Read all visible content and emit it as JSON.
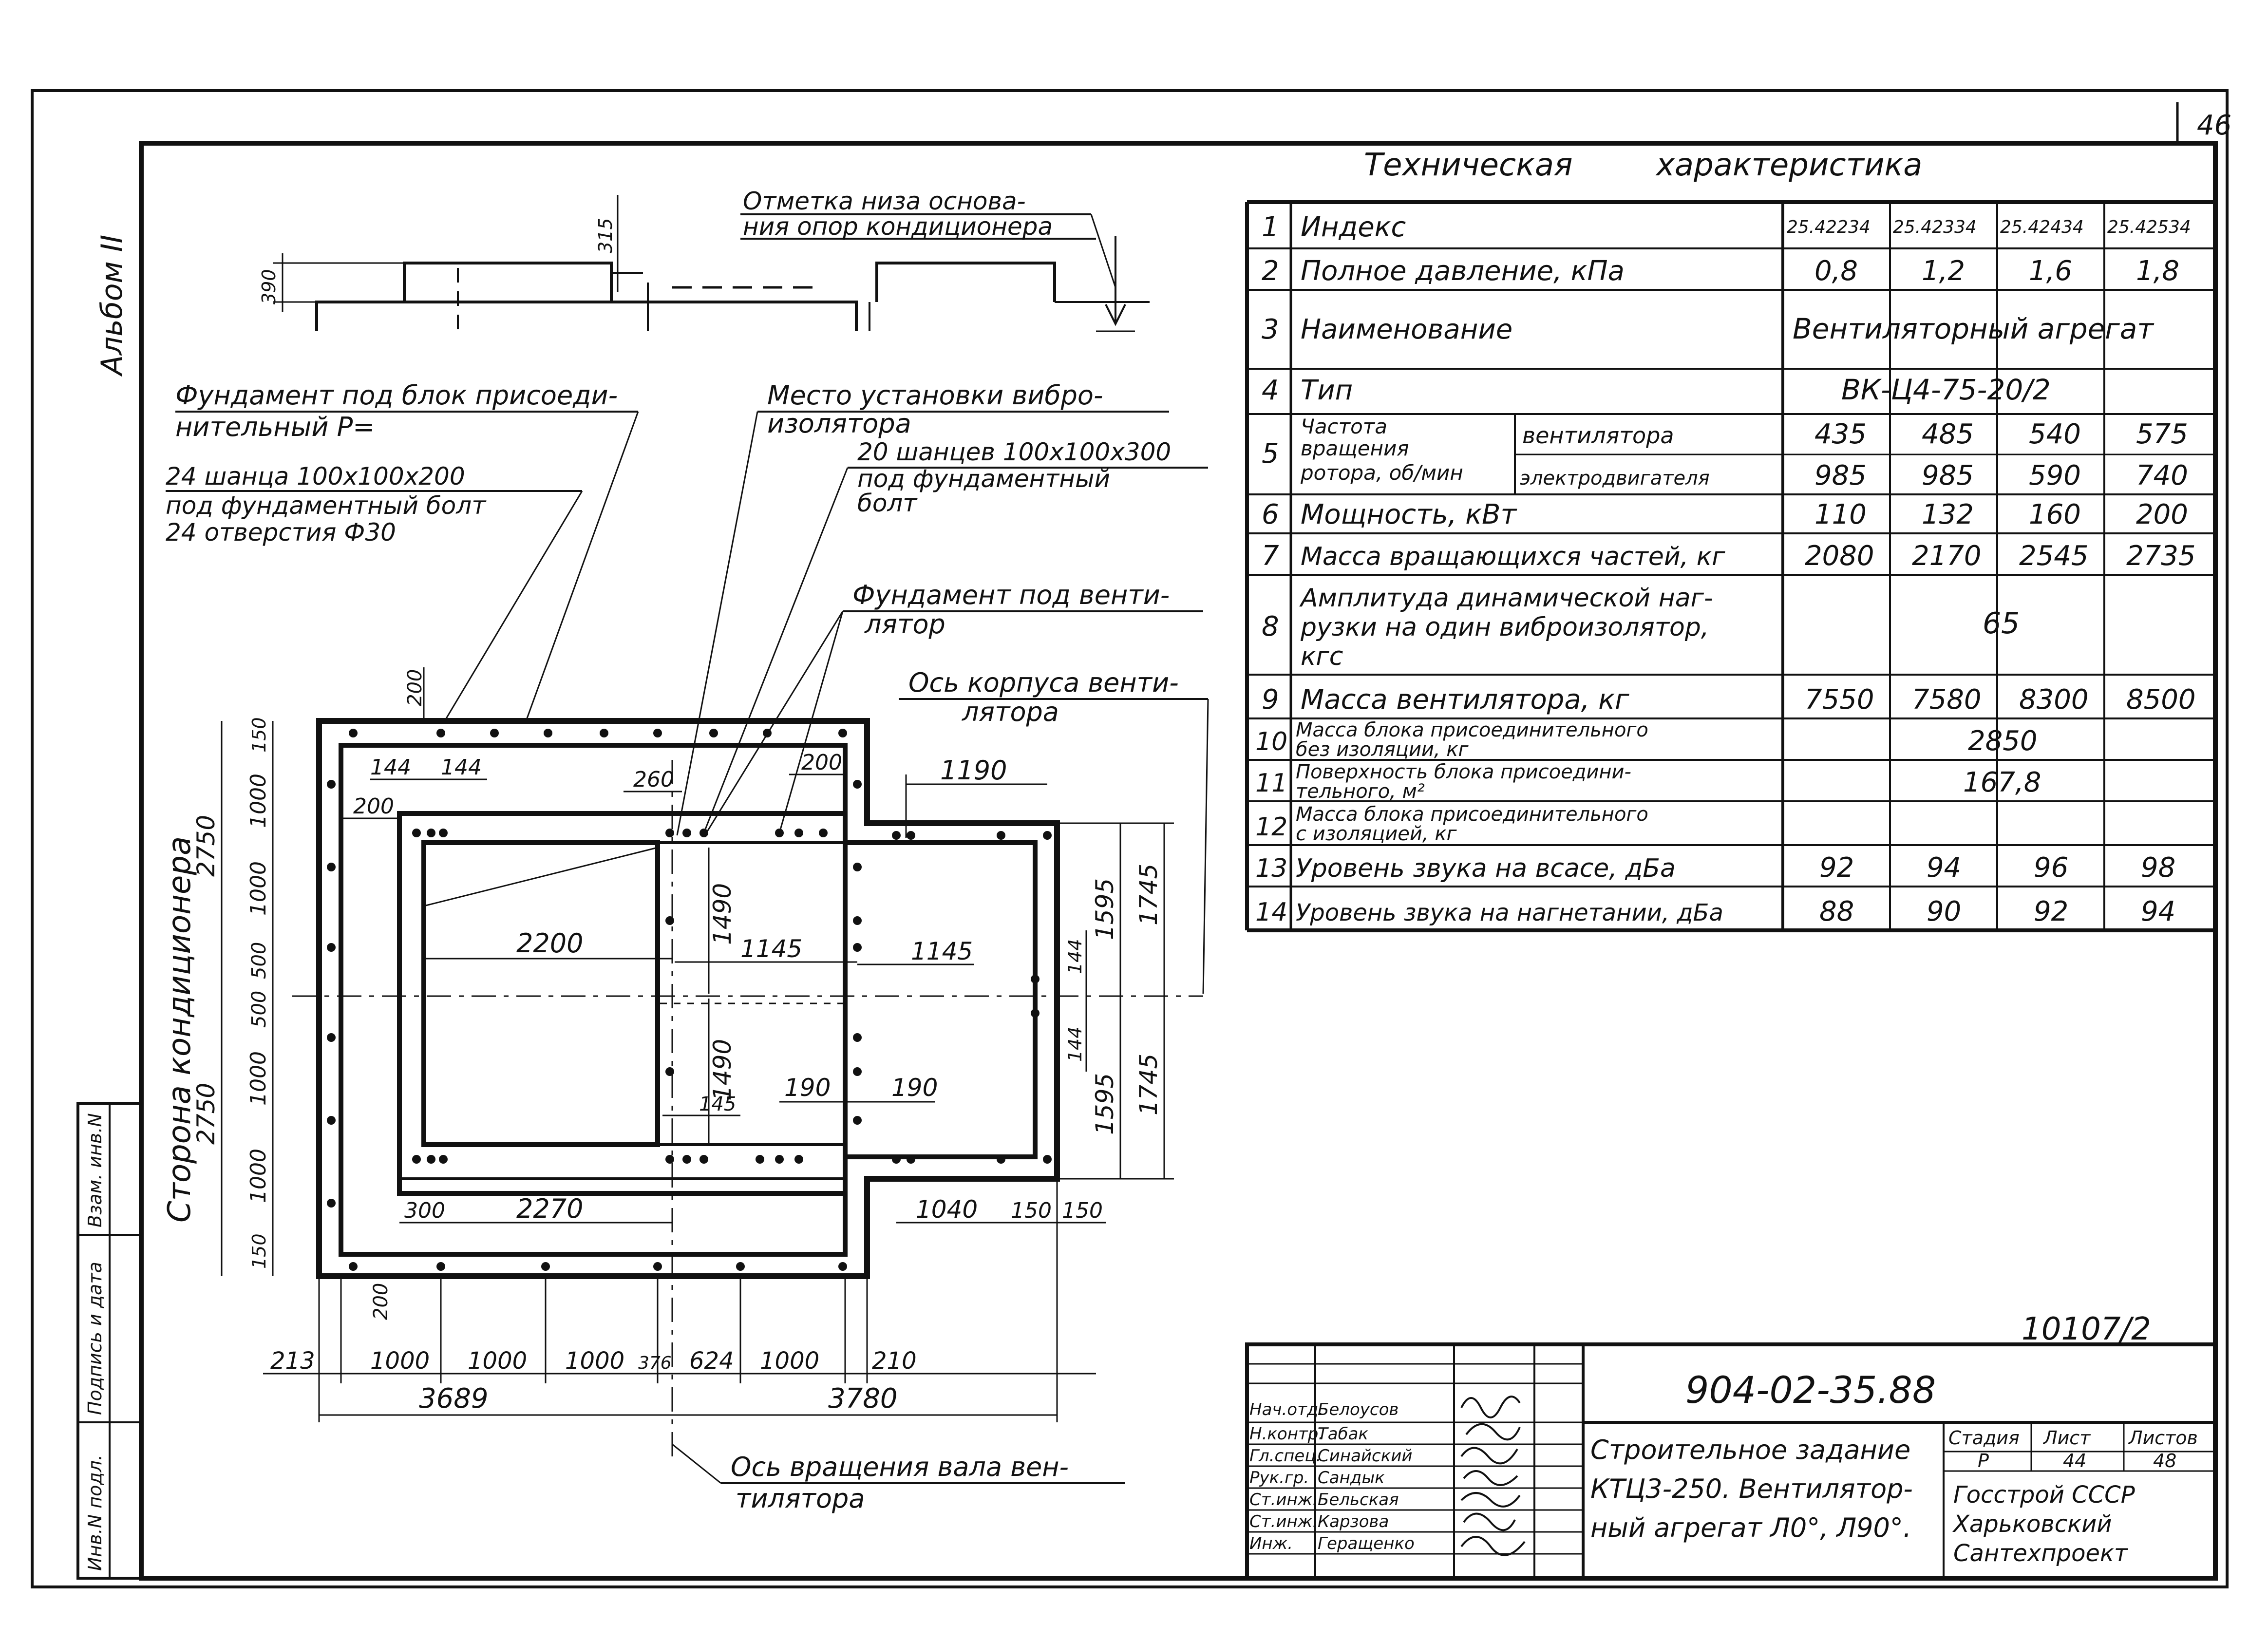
{
  "sheet": {
    "page_number": "46",
    "album": "Альбом II",
    "inventory_no": "10107/2"
  },
  "side_stamp": {
    "labels": [
      "Инв.N подл.",
      "Подпись и дата",
      "Взам. инв.N"
    ]
  },
  "table": {
    "title_left": "Техническая",
    "title_right": "характеристика",
    "indices": [
      "25.42234",
      "25.42334",
      "25.42434",
      "25.42534"
    ],
    "rows": [
      {
        "n": "1",
        "name": "Индекс"
      },
      {
        "n": "2",
        "name": "Полное давление, кПа",
        "values": [
          "0,8",
          "1,2",
          "1,6",
          "1,8"
        ]
      },
      {
        "n": "3",
        "name": "Наименование",
        "merged": "Вентиляторный агрегат"
      },
      {
        "n": "4",
        "name": "Тип",
        "merged": "ВК-Ц4-75-20/2"
      },
      {
        "n": "5",
        "name_lines": [
          "Частота",
          "вращения",
          "ротора, об/мин"
        ],
        "sub": [
          {
            "name": "вентилятора",
            "values": [
              "435",
              "485",
              "540",
              "575"
            ]
          },
          {
            "name": "электродвигателя",
            "values": [
              "985",
              "985",
              "590",
              "740"
            ]
          }
        ]
      },
      {
        "n": "6",
        "name": "Мощность, кВт",
        "values": [
          "110",
          "132",
          "160",
          "200"
        ]
      },
      {
        "n": "7",
        "name": "Масса вращающихся частей, кг",
        "values": [
          "2080",
          "2170",
          "2545",
          "2735"
        ]
      },
      {
        "n": "8",
        "name_lines": [
          "Амплитуда динамической наг-",
          "рузки на один виброизолятор,",
          "кгс"
        ],
        "merged": "65"
      },
      {
        "n": "9",
        "name": "Масса вентилятора, кг",
        "values": [
          "7550",
          "7580",
          "8300",
          "8500"
        ]
      },
      {
        "n": "10",
        "name_lines": [
          "Масса блока присоединительного",
          "без изоляции, кг"
        ],
        "merged": "2850"
      },
      {
        "n": "11",
        "name_lines": [
          "Поверхность блока присоедини-",
          "тельного, м²"
        ],
        "merged": "167,8"
      },
      {
        "n": "12",
        "name_lines": [
          "Масса блока присоединительного",
          "с изоляцией, кг"
        ]
      },
      {
        "n": "13",
        "name": "Уровень звука на всасе, дБа",
        "values": [
          "92",
          "94",
          "96",
          "98"
        ]
      },
      {
        "n": "14",
        "name": "Уровень звука на нагнетании, дБа",
        "values": [
          "88",
          "90",
          "92",
          "94"
        ]
      }
    ]
  },
  "notes": {
    "elev_line1": "Отметка низа основа-",
    "elev_line2": "ния опор кондиционера",
    "block_fnd_line1": "Фундамент под блок присоеди-",
    "block_fnd_line2": "нительный  Р=",
    "bolts24_line1": "24 шанца 100x100x200",
    "bolts24_line2": "под фундаментный болт",
    "bolts24_line3": "24 отверстия Ф30",
    "vibro_line1": "Место установки вибро-",
    "vibro_line2": "изолятора",
    "bolts20_line1": "20 шанцев 100x100x300",
    "bolts20_line2": "под фундаментный",
    "bolts20_line3": "болт",
    "fan_fnd_line1": "Фундамент под венти-",
    "fan_fnd_line2": "лятор",
    "axis_body_line1": "Ось корпуса венти-",
    "axis_body_line2": "лятора",
    "axis_shaft_line1": "Ось вращения вала вен-",
    "axis_shaft_line2": "тилятора",
    "side_label": "Сторона кондиционера"
  },
  "dims": {
    "d390": "390",
    "d315": "315",
    "d200": "200",
    "d144": "144",
    "d260": "260",
    "d1190": "1190",
    "d2200": "2200",
    "d1490": "1490",
    "d1145": "1145",
    "d1595": "1595",
    "d1745": "1745",
    "d190": "190",
    "d145": "145",
    "d300": "300",
    "d2270": "2270",
    "d1040": "1040",
    "d150": "150",
    "d2750": "2750",
    "d1000": "1000",
    "d500": "500",
    "d213": "213",
    "d376": "376",
    "d624": "624",
    "d210": "210",
    "d3689": "3689",
    "d3780": "3780"
  },
  "title_block": {
    "doc_code": "904-02-35.88",
    "doc_title_line1": "Строительное задание",
    "doc_title_line2": "КТЦ3-250. Вентилятор-",
    "doc_title_line3": "ный агрегат Л0°, Л90°.",
    "stage_label": "Стадия",
    "sheet_label": "Лист",
    "sheets_label": "Листов",
    "stage": "Р",
    "sheet": "44",
    "sheets": "48",
    "org_line1": "Госстрой СССР",
    "org_line2": "Харьковский",
    "org_line3": "Сантехпроект",
    "staff": [
      {
        "role": "Нач.отд.",
        "name": "Белоусов"
      },
      {
        "role": "Н.контр.",
        "name": "Табак"
      },
      {
        "role": "Гл.спец.",
        "name": "Синайский"
      },
      {
        "role": "Рук.гр.",
        "name": "Сандык"
      },
      {
        "role": "Ст.инж.",
        "name": "Бельская"
      },
      {
        "role": "Ст.инж.",
        "name": "Карзова"
      },
      {
        "role": "Инж.",
        "name": "Геращенко"
      }
    ]
  }
}
